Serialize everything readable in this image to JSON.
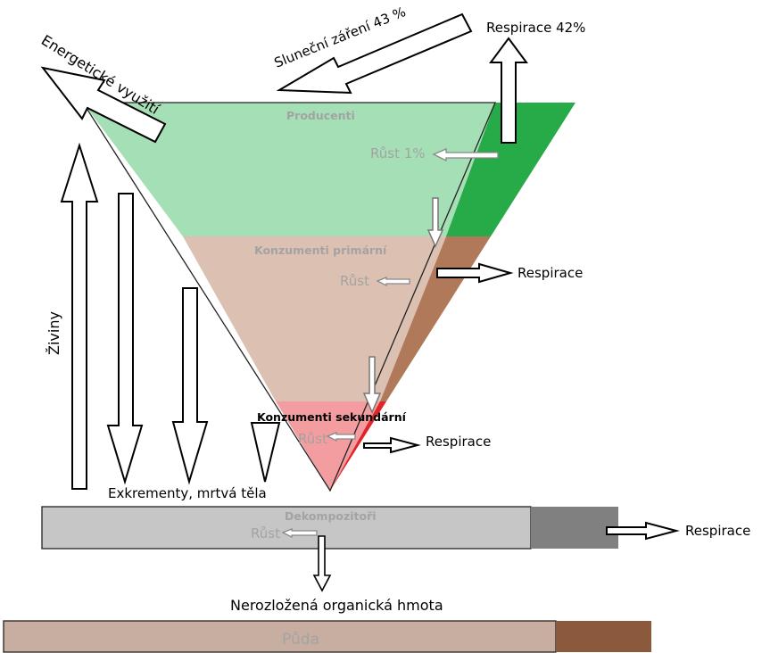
{
  "labels": {
    "solar": "Sluneční záření 43 %",
    "energy_use": "Energetické využití",
    "respiration_top": "Respirace 42%",
    "producers": "Producenti",
    "growth_producers": "Růst 1%",
    "primary_consumers": "Konzumenti primární",
    "growth_primary": "Růst",
    "respiration_primary": "Respirace",
    "nutrients": "Živiny",
    "secondary_consumers": "Konzumenti sekundární",
    "growth_secondary": "Růst",
    "respiration_secondary": "Respirace",
    "excrement": "Exkrementy, mrtvá těla",
    "decomposers": "Dekompozitoři",
    "growth_decomposers": "Růst",
    "respiration_decomposers": "Respirace",
    "undecomposed": "Nerozložená organická hmota",
    "soil": "Půda"
  },
  "colors": {
    "producers_fill": "#a5dfb5",
    "producers_resp": "#27aa48",
    "primary_fill": "#dcc0b2",
    "primary_resp": "#b07a5a",
    "secondary_fill": "#f39da1",
    "secondary_resp": "#e0242a",
    "decomposer_fill": "#c6c6c6",
    "decomposer_resp": "#808080",
    "soil_fill": "#c7aea0",
    "soil_dark": "#8b5a3c",
    "label_gray": "#a3a3a3"
  }
}
